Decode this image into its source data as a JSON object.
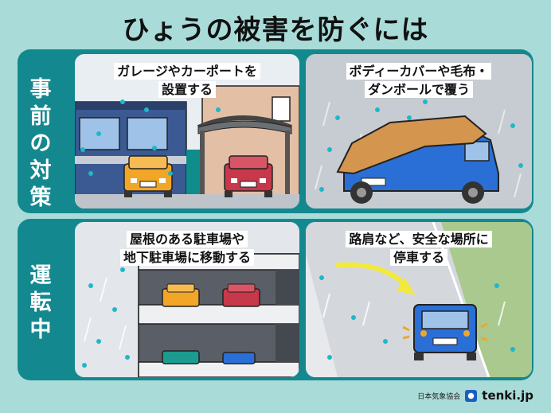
{
  "title": "ひょうの被害を防ぐには",
  "rows": [
    {
      "label": "事前の対策"
    },
    {
      "label": "運転中"
    }
  ],
  "panels": [
    {
      "caption": [
        "ガレージやカーポートを",
        "設置する"
      ]
    },
    {
      "caption": [
        "ボディーカバーや毛布・",
        "ダンボールで覆う"
      ]
    },
    {
      "caption": [
        "屋根のある駐車場や",
        "地下駐車場に移動する"
      ]
    },
    {
      "caption": [
        "路肩など、安全な場所に",
        "停車する"
      ]
    }
  ],
  "footer": {
    "jwa": "日本気象協会",
    "brand": "tenki.jp"
  },
  "colors": {
    "background": "#a9dcd9",
    "band": "#14888f",
    "hail": "#1eb8c8",
    "car_orange": "#f2a628",
    "car_red": "#c7384a",
    "car_blue": "#2a6fd6"
  }
}
